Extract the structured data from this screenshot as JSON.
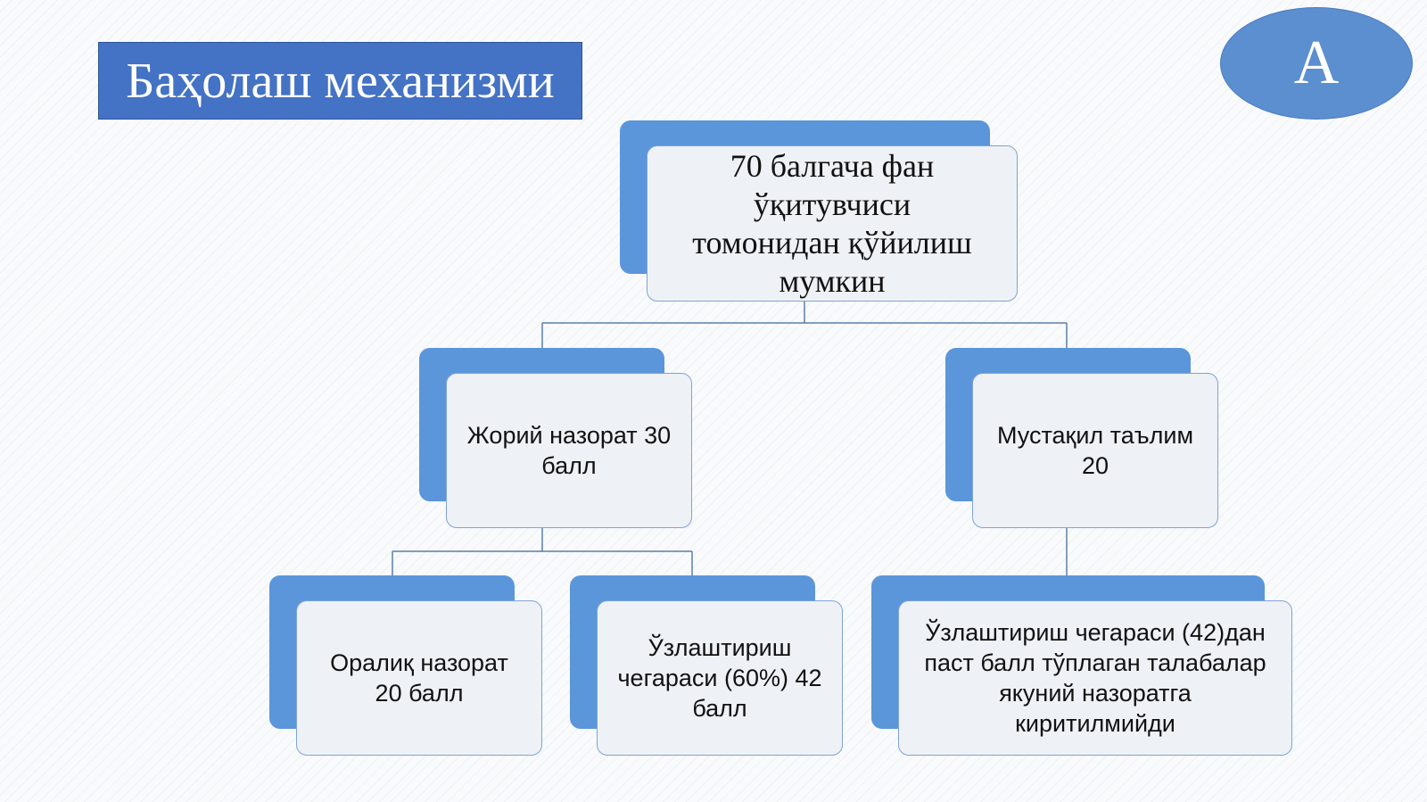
{
  "slide": {
    "title": "Баҳолаш механизми",
    "badge": "A"
  },
  "diagram": {
    "root": {
      "label": "70 балгача фан\nўқитувчиси\nтомонидан қўйилиш\nмумкин"
    },
    "current_control": {
      "label": "Жорий назорат 30\nбалл"
    },
    "independent_study": {
      "label": "Мустақил таълим\n20"
    },
    "midterm_control": {
      "label": "Оралиқ назорат\n20 балл"
    },
    "pass_threshold": {
      "label": "Ўзлаштириш\nчегараси (60%)  42\nбалл"
    },
    "exclusion_rule": {
      "label": "Ўзлаштириш чегараси (42)дан\nпаст балл тўплаган талабалар\nякуний назоратга\nкиритилмийди"
    }
  },
  "colors": {
    "title_fill": "#4472c4",
    "node_accent": "#5b96db",
    "node_fill": "#eef1f6",
    "connector": "#5a7fa8"
  }
}
